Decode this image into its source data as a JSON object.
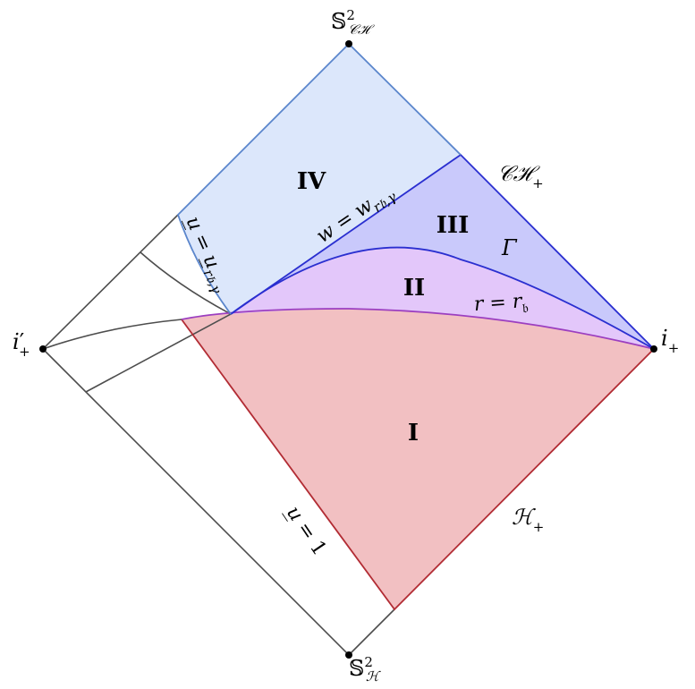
{
  "colors": {
    "region_I": "#f2c0c2",
    "region_I_edge": "#b22c34",
    "region_II": "#e3c7fa",
    "region_II_edge": "#9c3fc0",
    "region_III": "#c9c9fb",
    "region_III_edge": "#2a2fd0",
    "region_IV": "#dce7fb",
    "region_IV_edge": "#5b86cc",
    "outline": "#4d4d4d"
  },
  "regions": {
    "I": "I",
    "II": "II",
    "III": "III",
    "IV": "IV"
  },
  "labels": {
    "top_vertex": {
      "base": "𝕊",
      "sup": "2",
      "sub": "𝒞ℋ"
    },
    "bottom_vertex": {
      "base": "𝕊",
      "sup": "2",
      "sub": "ℋ"
    },
    "left_vertex": {
      "base": "i",
      "prime": "′",
      "sub": "+"
    },
    "right_vertex": {
      "base": "i",
      "sub": "+"
    },
    "cauchy_horizon": {
      "base": "𝒞ℋ",
      "sub": "+"
    },
    "event_horizon": {
      "base": "ℋ",
      "sub": "+"
    },
    "gamma_curve": "Γ",
    "r_curve": {
      "lhs": "r",
      "eq": " = ",
      "rhs": "r",
      "sub": "𝔟"
    },
    "w_curve": {
      "lhs": "w",
      "eq": " = ",
      "rhs": "w",
      "sub": "r𝔟,γ"
    },
    "u_curve_top": {
      "lhs": "u̲",
      "eq": " = ",
      "rhs": "u̲",
      "sub": "r𝔟,γ"
    },
    "u_curve_bottom": {
      "lhs": "u̲",
      "eq": " = ",
      "rhs": "1"
    }
  }
}
